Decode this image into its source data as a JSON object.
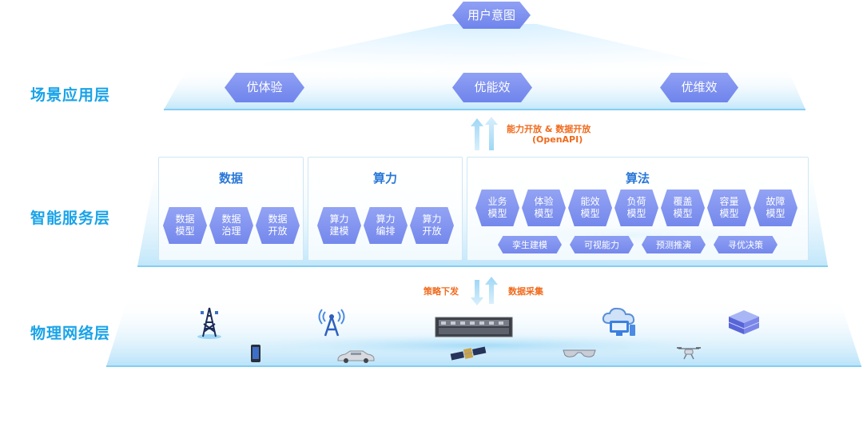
{
  "top": {
    "user_intent": "用户意图"
  },
  "layers": {
    "scene": {
      "label": "场景应用层",
      "items": [
        "优体验",
        "优能效",
        "优维效"
      ]
    },
    "service": {
      "label": "智能服务层",
      "panels": {
        "data": {
          "title": "数据",
          "items": [
            [
              "数据",
              "模型"
            ],
            [
              "数据",
              "治理"
            ],
            [
              "数据",
              "开放"
            ]
          ]
        },
        "compute": {
          "title": "算力",
          "items": [
            [
              "算力",
              "建模"
            ],
            [
              "算力",
              "编排"
            ],
            [
              "算力",
              "开放"
            ]
          ]
        },
        "algo": {
          "title": "算法",
          "items": [
            [
              "业务",
              "模型"
            ],
            [
              "体验",
              "模型"
            ],
            [
              "能效",
              "模型"
            ],
            [
              "负荷",
              "模型"
            ],
            [
              "覆盖",
              "模型"
            ],
            [
              "容量",
              "模型"
            ],
            [
              "故障",
              "模型"
            ]
          ],
          "capabilities": [
            "孪生建模",
            "可视能力",
            "预测推演",
            "寻优决策"
          ]
        }
      }
    },
    "physical": {
      "label": "物理网络层"
    }
  },
  "annotations": {
    "upper_line1": "能力开放 & 数据开放",
    "upper_line2": "(OpenAPI)",
    "lower_left": "策略下发",
    "lower_right": "数据采集"
  },
  "icons": [
    "tower-icon",
    "wireless-antenna-icon",
    "server-rack-icon",
    "cloud-computer-icon",
    "storage-icon",
    "phone-icon",
    "car-icon",
    "satellite-icon",
    "glasses-icon",
    "drone-icon"
  ]
}
